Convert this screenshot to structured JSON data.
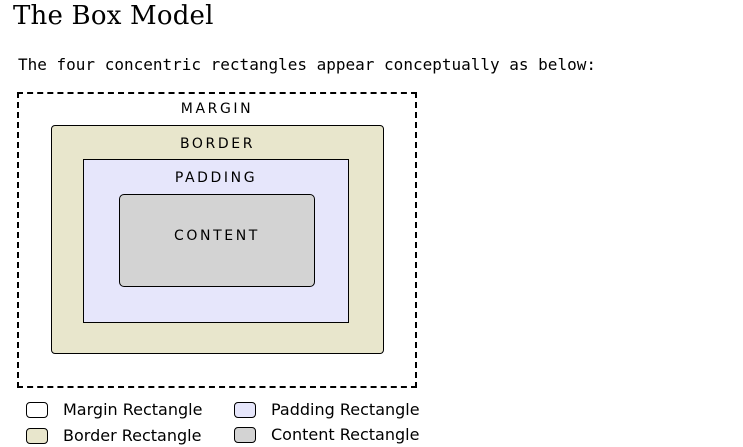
{
  "title": "The Box Model",
  "intro": "The four concentric rectangles appear conceptually as below:",
  "diagram": {
    "margin_label": "MARGIN",
    "border_label": "BORDER",
    "padding_label": "PADDING",
    "content_label": "CONTENT"
  },
  "legend": {
    "margin": "Margin Rectangle",
    "padding": "Padding Rectangle",
    "border": "Border Rectangle",
    "content": "Content Rectangle"
  },
  "colors": {
    "margin_fill": "#ffffff",
    "border_fill": "#e8e6cc",
    "padding_fill": "#e6e6fb",
    "content_fill": "#d3d3d3",
    "outline": "#000000"
  }
}
